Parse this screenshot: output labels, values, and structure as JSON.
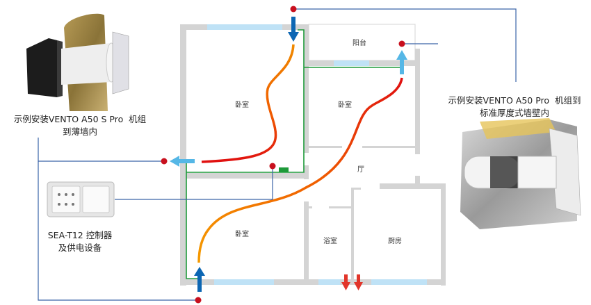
{
  "rooms": {
    "bedroom_1": "卧室",
    "balcony": "阳台",
    "bedroom_2": "卧室",
    "living_room": "厅",
    "bedroom_3": "卧室",
    "bathroom": "浴室",
    "kitchen": "厨房"
  },
  "captions": {
    "thin_wall_line1": "示例安装VENTO A50 S Pro  机组",
    "thin_wall_line2": "到薄墙内",
    "controller_line1": "SEA-T12 控制器",
    "controller_line2": "及供电设备",
    "standard_wall_line1": "示例安装VENTO A50 Pro  机组到",
    "standard_wall_line2": "标准厚度式墙壁内"
  },
  "colors": {
    "wall": "#d4d4d4",
    "window": "#bfe2f6",
    "control_wire": "#1e9a3a",
    "leader_line": "#3a63a8",
    "marker_dot": "#c8101e",
    "supply_arrow": "#0c66b3",
    "exhaust_arrow": "#55b7e6",
    "outflow_arrow": "#e2352a"
  }
}
